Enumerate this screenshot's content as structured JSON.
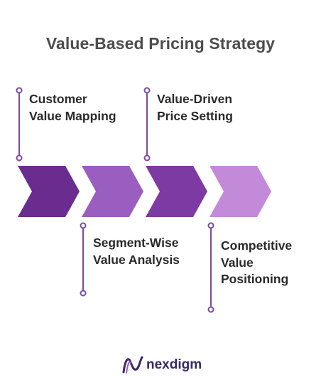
{
  "title": "Value-Based Pricing Strategy",
  "steps": [
    {
      "label": "Customer\nValue Mapping",
      "color": "#6b2c8f"
    },
    {
      "label": "Segment-Wise\nValue Analysis",
      "color": "#9a5ec0"
    },
    {
      "label": "Value-Driven\nPrice Setting",
      "color": "#7d3aa2"
    },
    {
      "label": "Competitive\nValue\nPositioning",
      "color": "#c28ad8"
    }
  ],
  "connector_color": "#7d4aa0",
  "logo": {
    "text": "nexdigm",
    "icon": "nexdigm-logo-icon"
  }
}
